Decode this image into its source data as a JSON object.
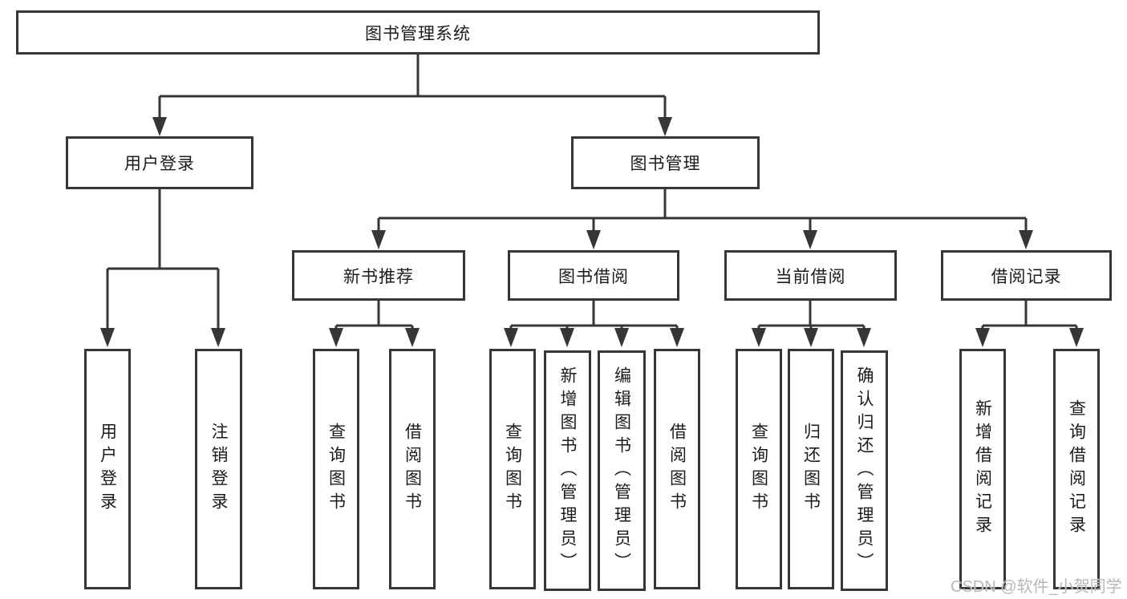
{
  "tree": {
    "root": {
      "label": "图书管理系统"
    },
    "l2": [
      {
        "label": "用户登录"
      },
      {
        "label": "图书管理"
      }
    ],
    "l3": [
      {
        "label": "新书推荐"
      },
      {
        "label": "图书借阅"
      },
      {
        "label": "当前借阅"
      },
      {
        "label": "借阅记录"
      }
    ],
    "leaves": [
      {
        "label": "用户登录"
      },
      {
        "label": "注销登录"
      },
      {
        "label": "查询图书"
      },
      {
        "label": "借阅图书"
      },
      {
        "label": "查询图书"
      },
      {
        "label": "新增图书（管理员）"
      },
      {
        "label": "编辑图书（管理员）"
      },
      {
        "label": "借阅图书"
      },
      {
        "label": "查询图书"
      },
      {
        "label": "归还图书"
      },
      {
        "label": "确认归还（管理员）"
      },
      {
        "label": "新增借阅记录"
      },
      {
        "label": "查询借阅记录"
      }
    ]
  },
  "watermark": "CSDN @软件_小贺同学",
  "colors": {
    "line": "#363636",
    "text": "#1b1b1b",
    "watermark": "#b7b7bc",
    "background": "#ffffff"
  }
}
